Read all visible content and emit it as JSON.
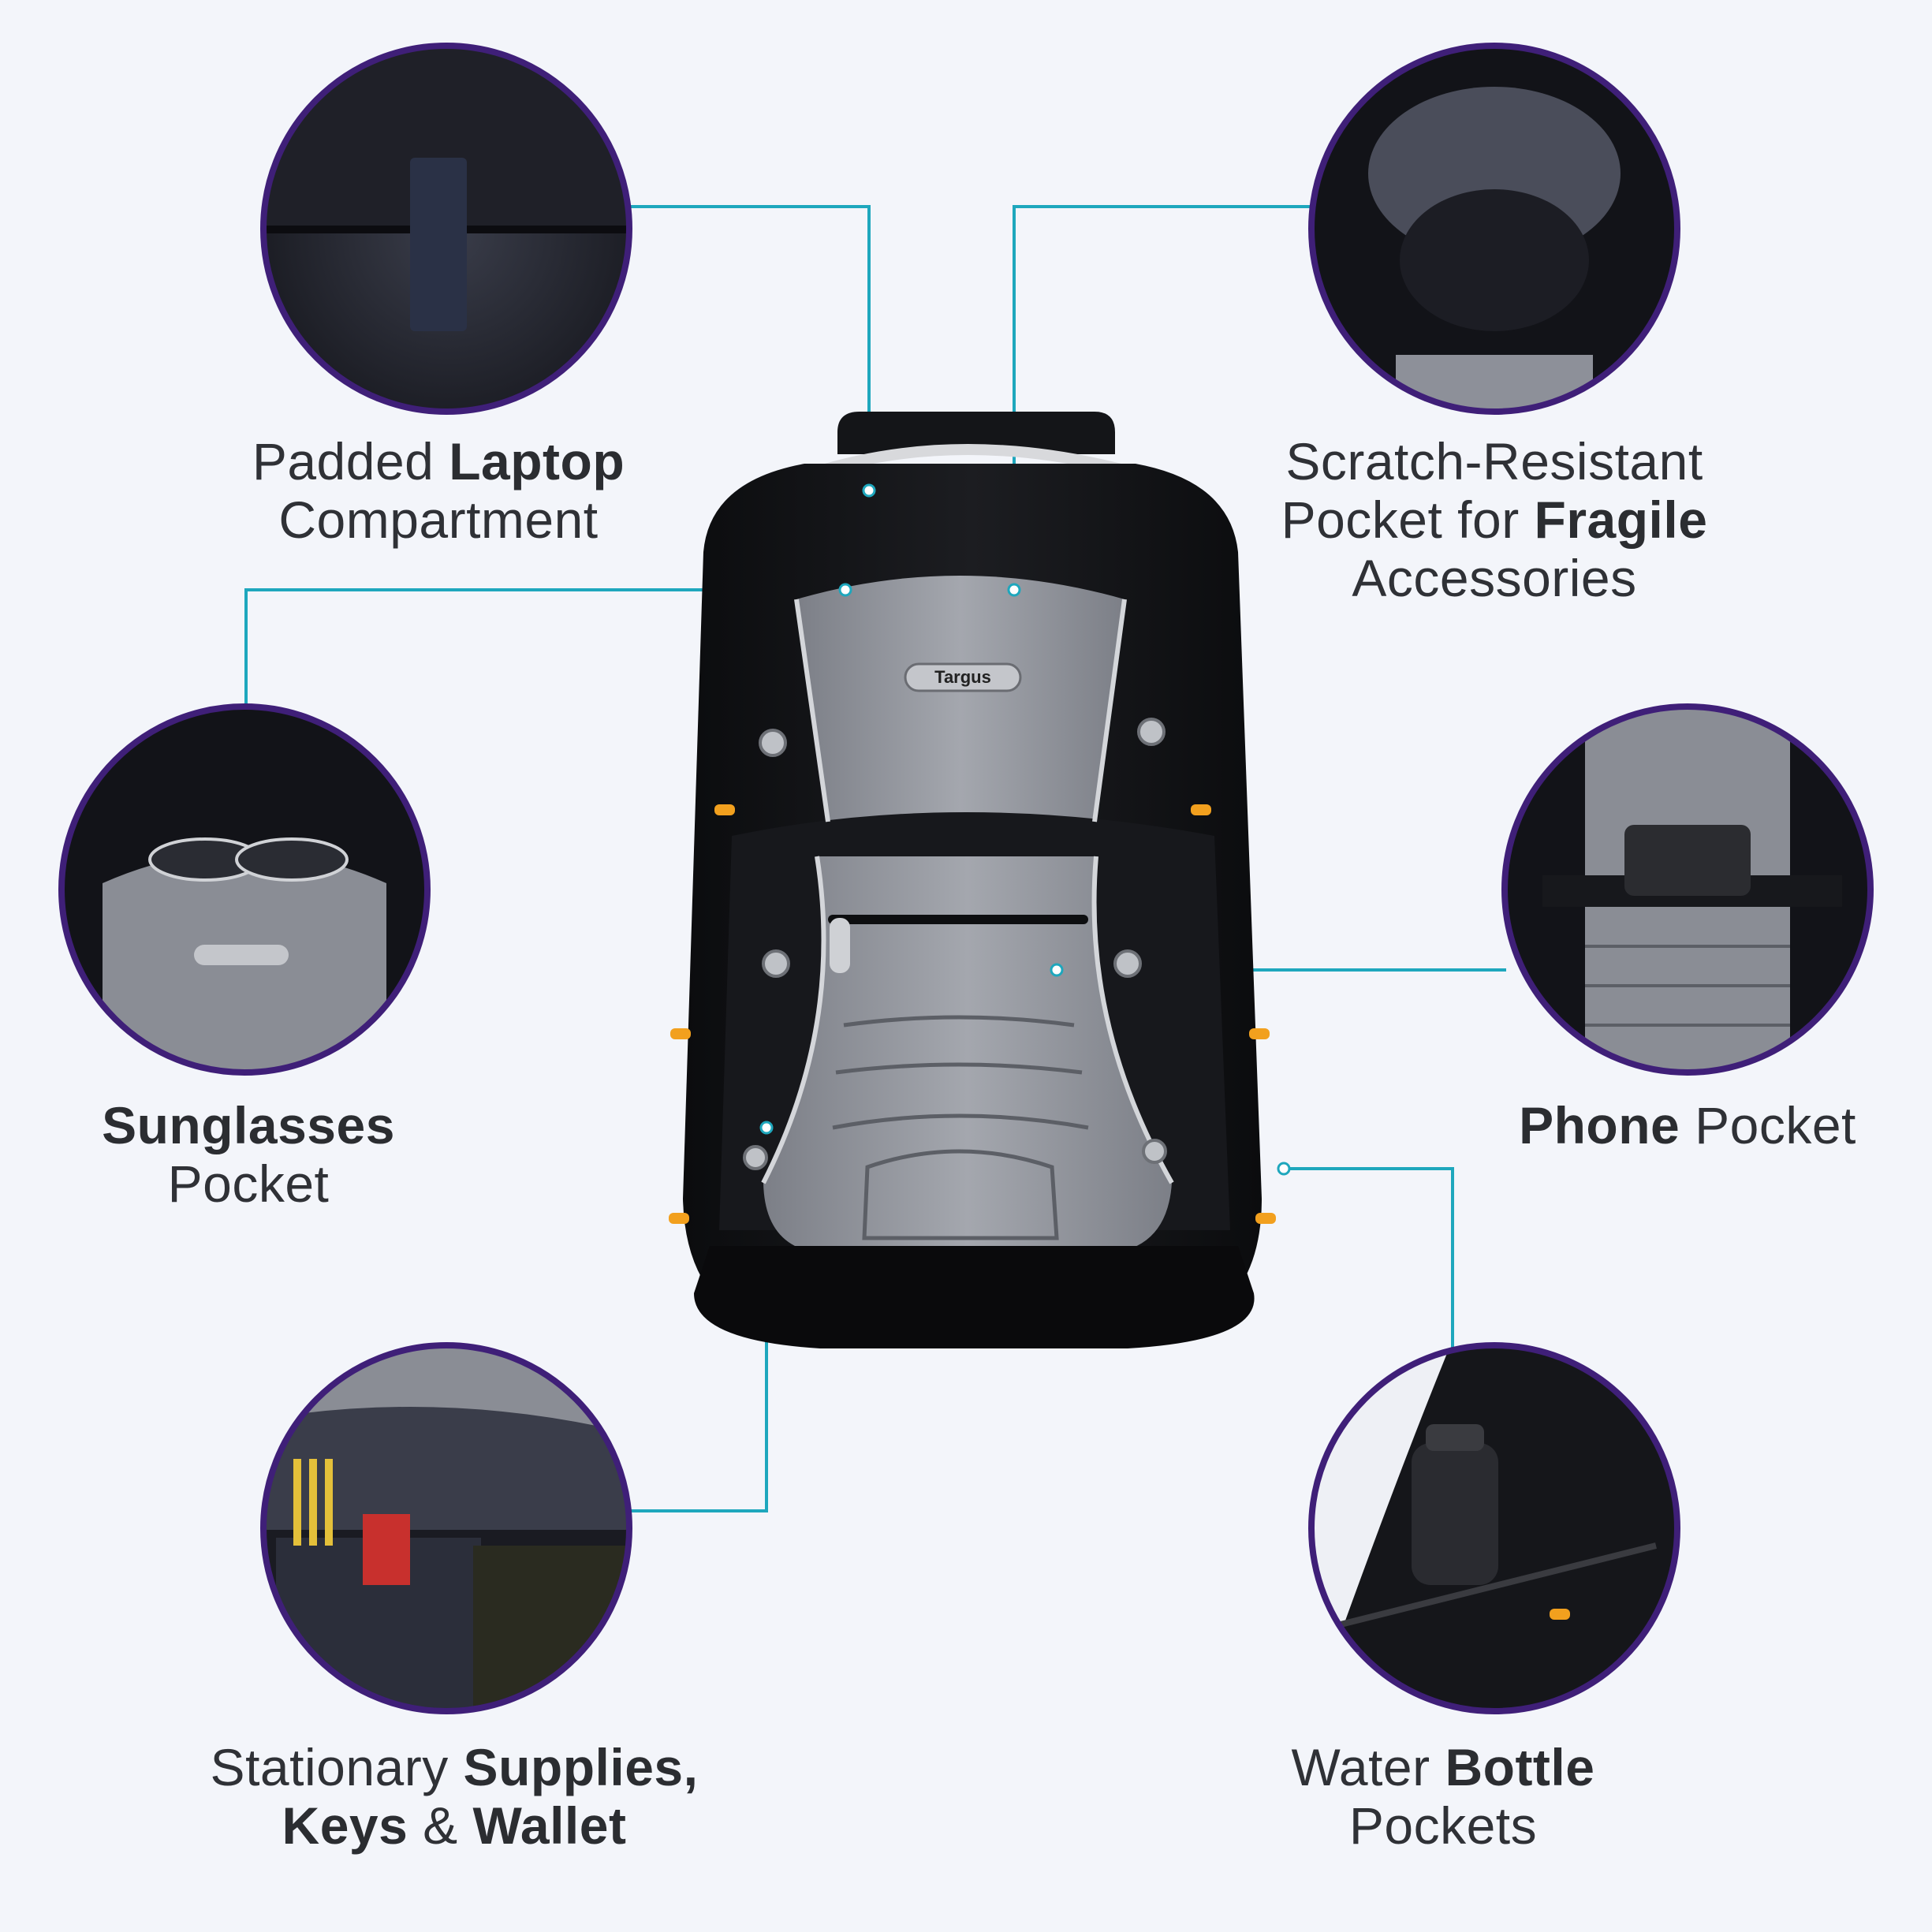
{
  "colors": {
    "background": "#f3f5fa",
    "circle_ring": "#3f1f78",
    "callout_line": "#1ea7bd",
    "text": "#2f3136",
    "bag_black": "#121316",
    "bag_gray": "#8d9099",
    "accent_orange": "#f2a01e"
  },
  "backpack": {
    "brand": "Targus"
  },
  "features": [
    {
      "id": "laptop",
      "lines": [
        [
          {
            "t": "Padded ",
            "b": false
          },
          {
            "t": "Laptop",
            "b": true
          }
        ],
        [
          {
            "t": "Compartment",
            "b": false
          }
        ]
      ]
    },
    {
      "id": "fragile",
      "lines": [
        [
          {
            "t": "Scratch-Resistant",
            "b": false
          }
        ],
        [
          {
            "t": "Pocket for ",
            "b": false
          },
          {
            "t": "Fragile",
            "b": true
          }
        ],
        [
          {
            "t": "Accessories",
            "b": false
          }
        ]
      ]
    },
    {
      "id": "sunglasses",
      "lines": [
        [
          {
            "t": "Sunglasses",
            "b": true
          }
        ],
        [
          {
            "t": "Pocket",
            "b": false
          }
        ]
      ]
    },
    {
      "id": "phone",
      "lines": [
        [
          {
            "t": "Phone",
            "b": true
          },
          {
            "t": " Pocket",
            "b": false
          }
        ]
      ]
    },
    {
      "id": "stationary",
      "lines": [
        [
          {
            "t": "Stationary ",
            "b": false
          },
          {
            "t": "Supplies,",
            "b": true
          }
        ],
        [
          {
            "t": "Keys",
            "b": true
          },
          {
            "t": " & ",
            "b": false
          },
          {
            "t": "Wallet",
            "b": true
          }
        ]
      ]
    },
    {
      "id": "bottle",
      "lines": [
        [
          {
            "t": "Water ",
            "b": false
          },
          {
            "t": "Bottle",
            "b": true
          }
        ],
        [
          {
            "t": "Pockets",
            "b": false
          }
        ]
      ]
    }
  ]
}
